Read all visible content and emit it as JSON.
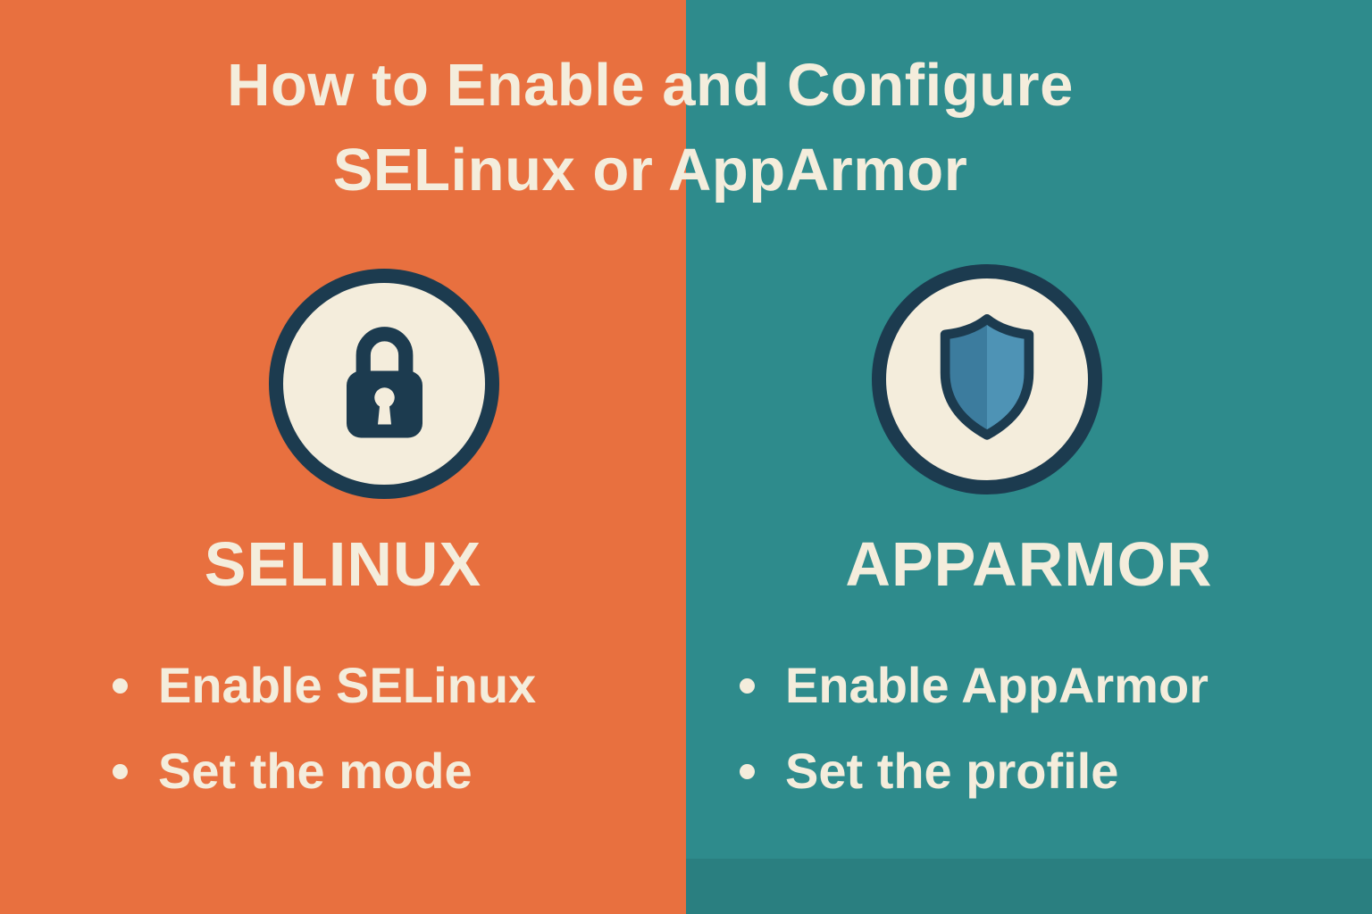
{
  "title": {
    "line1": "How to Enable and Configure",
    "line2": "SELinux or AppArmor"
  },
  "panels": [
    {
      "id": "selinux",
      "heading": "SELINUX",
      "icon": "lock-icon",
      "bullets": [
        "Enable SELinux",
        "Set the mode"
      ]
    },
    {
      "id": "apparmor",
      "heading": "APPARMOR",
      "icon": "shield-icon",
      "bullets": [
        "Enable AppArmor",
        "Set the profile"
      ]
    }
  ],
  "colors": {
    "left_background": "#e8703f",
    "right_background": "#2e8b8c",
    "right_bottom_strip": "#2a7f80",
    "text_cream": "#f4eddc",
    "icon_navy": "#1c3b4f",
    "shield_blue_dark": "#3c7c9e",
    "shield_blue_light": "#4e93b5"
  }
}
